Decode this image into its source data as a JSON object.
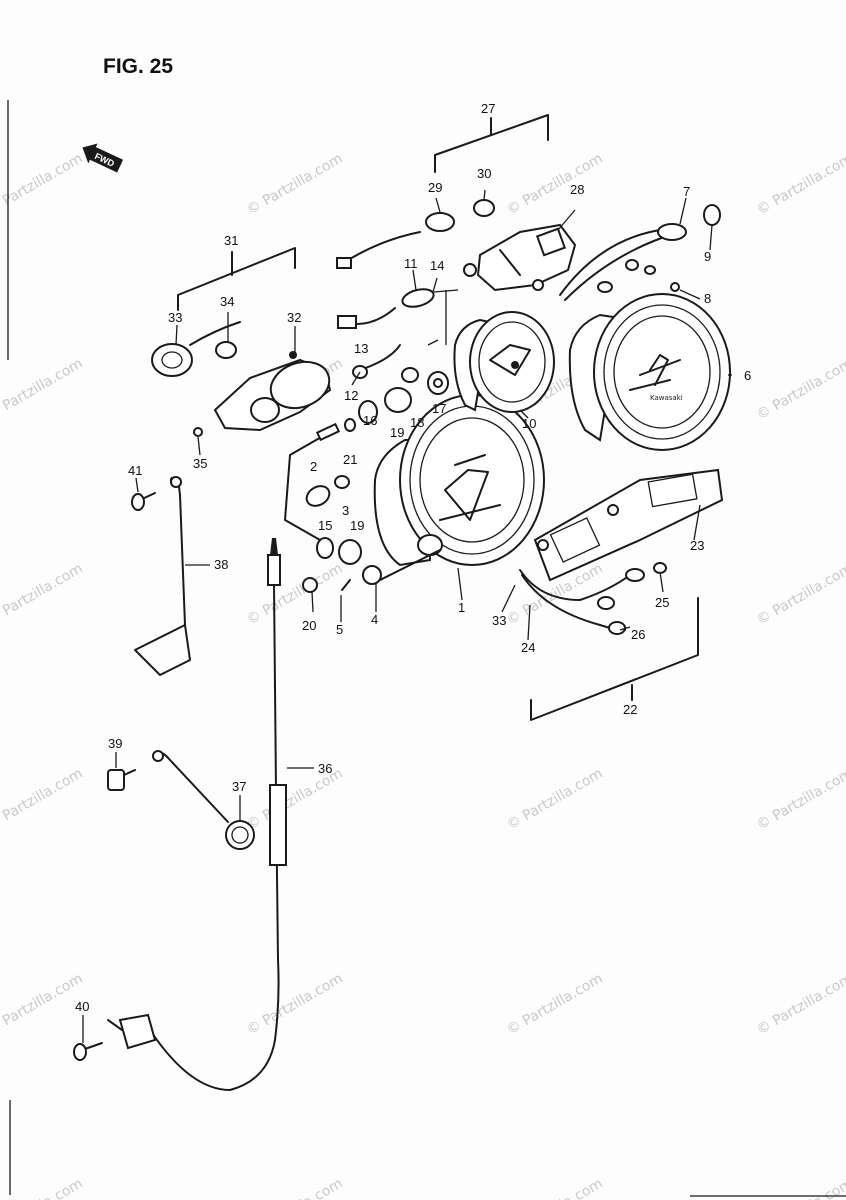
{
  "title": "FIG. 25",
  "forward_marker": "FWD",
  "watermark": "© Partzilla.com",
  "labels": [
    "1",
    "2",
    "3",
    "4",
    "5",
    "6",
    "7",
    "8",
    "9",
    "10",
    "11",
    "12",
    "13",
    "14",
    "15",
    "16",
    "17",
    "18",
    "19",
    "19",
    "20",
    "21",
    "22",
    "23",
    "24",
    "25",
    "26",
    "27",
    "28",
    "29",
    "30",
    "31",
    "32",
    "33",
    "33",
    "34",
    "35",
    "36",
    "37",
    "38",
    "39",
    "40",
    "41"
  ],
  "gauge_text": {
    "tach_brand": "Kawasaki"
  }
}
